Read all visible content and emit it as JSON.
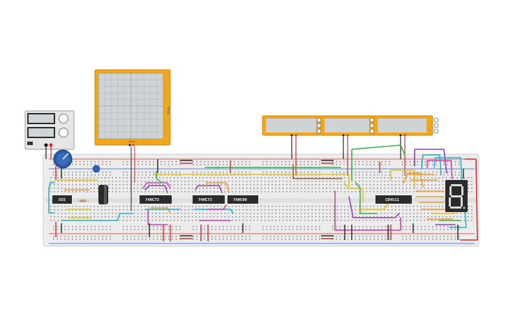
{
  "scope": {
    "brand": "TEXAS",
    "channel_label": "10ms",
    "frame_color": "#f2a71b"
  },
  "power_supply": {
    "label": ""
  },
  "multimeters": [
    {
      "reading": ""
    },
    {
      "reading": ""
    },
    {
      "reading": ""
    }
  ],
  "chips": {
    "timer": "555",
    "counter_a": "74HC73",
    "counter_b": "74HC73",
    "nand": "74HC00",
    "decoder": "CD4511"
  },
  "colors": {
    "board": "#e8e8e8",
    "rail_red": "#d62d2d",
    "rail_blue": "#2d5fd6",
    "wire_orange": "#f29a2e",
    "wire_purple": "#8e3fbf",
    "wire_green": "#38b24a",
    "wire_cyan": "#2ab0d6",
    "wire_magenta": "#d63fa8",
    "wire_brown": "#9b6a3a",
    "wire_yellow": "#e8c21e",
    "chip_body": "#2b2b2b",
    "display_segment": "#dcdcdc"
  },
  "seven_segment": {
    "digit": "8"
  }
}
